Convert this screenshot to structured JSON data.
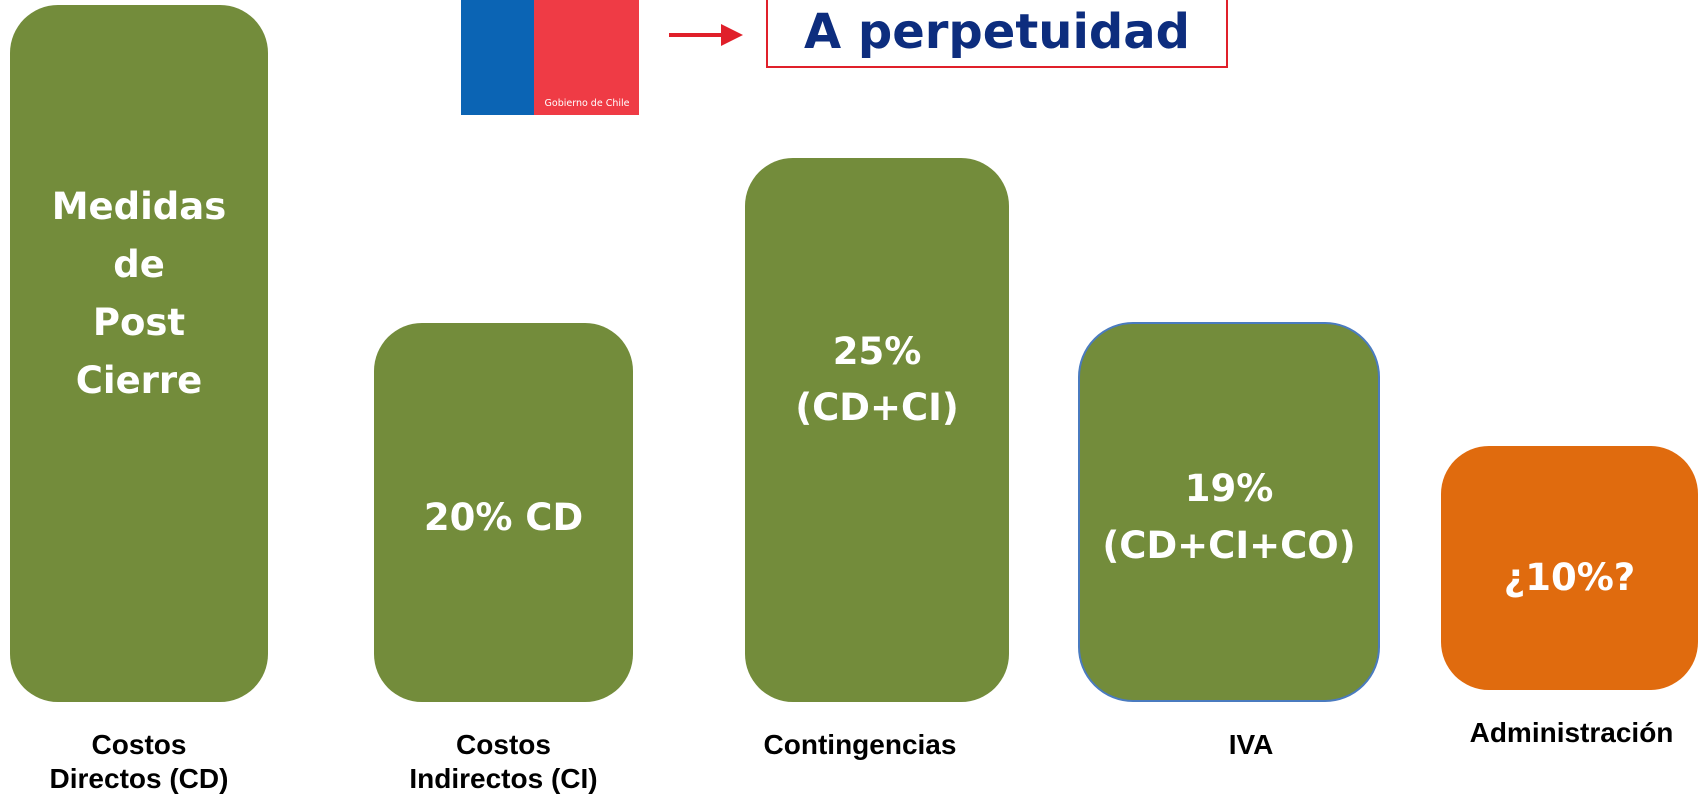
{
  "colors": {
    "green": "#738c3b",
    "orange": "#e06b0e",
    "navy_text": "#0d2d7e",
    "red_accent": "#e0202a",
    "flag_blue": "#0b64b4",
    "flag_red": "#ef3b45"
  },
  "logo": {
    "caption": "Gobierno de Chile"
  },
  "arrow": {
    "icon": "right-arrow-icon"
  },
  "title": "A perpetuidad",
  "blocks": [
    {
      "text": "Medidas\nde\nPost\nCierre",
      "label": "Costos\nDirectos (CD)",
      "color": "#738c3b"
    },
    {
      "text": "20% CD",
      "label": "Costos\nIndirectos (CI)",
      "color": "#738c3b"
    },
    {
      "text": "25%\n(CD+CI)",
      "label": "Contingencias",
      "color": "#738c3b"
    },
    {
      "text": "19%\n(CD+CI+CO)",
      "label": "IVA",
      "color": "#738c3b"
    },
    {
      "text": "¿10%?",
      "label": "Administración",
      "color": "#e06b0e"
    }
  ]
}
